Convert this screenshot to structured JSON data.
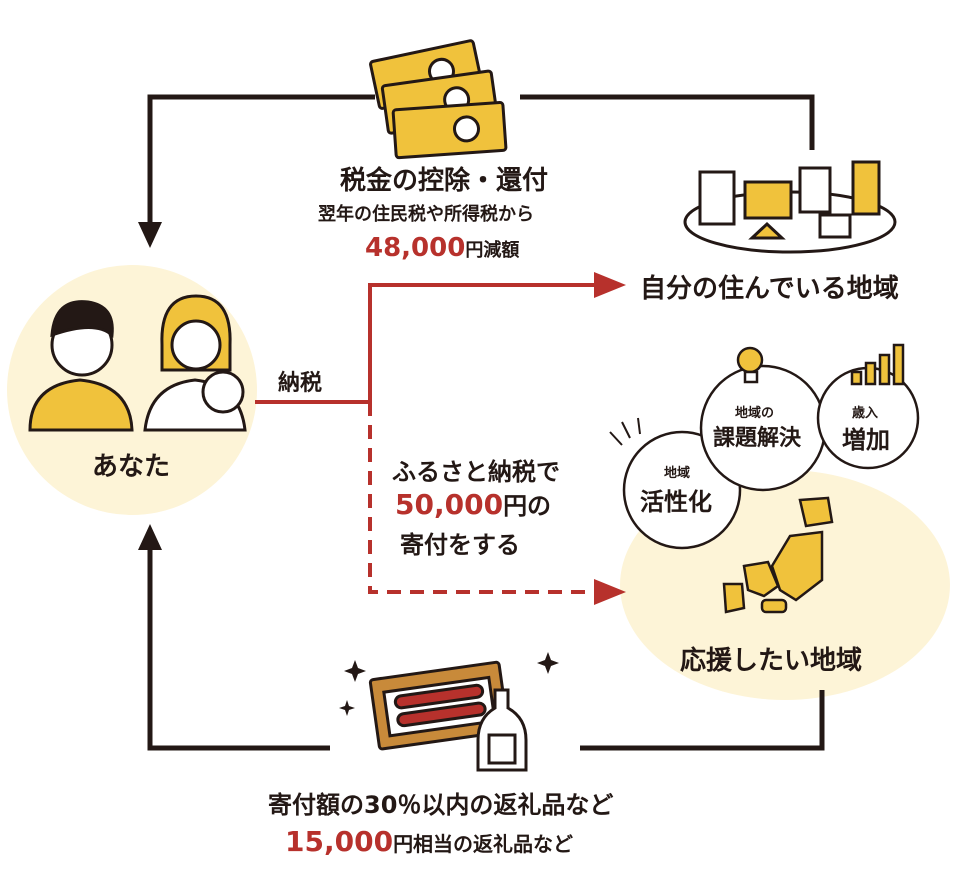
{
  "tax_refund": {
    "title": "税金の控除・還付",
    "subtitle": "翌年の住民税や所得税から",
    "amount": "48,000",
    "amount_suffix": "円減額"
  },
  "you": {
    "label": "あなた"
  },
  "payment": {
    "label": "納税"
  },
  "home_region": {
    "label": "自分の住んでいる地域"
  },
  "donation": {
    "line1": "ふるさと納税で",
    "amount": "50,000",
    "amount_suffix": "円の",
    "line3": "寄付をする"
  },
  "support_region": {
    "label": "応援したい地域",
    "bubbles": [
      {
        "small": "地域",
        "large": "活性化"
      },
      {
        "small": "地域の",
        "large": "課題解決"
      },
      {
        "small": "歳入",
        "large": "増加"
      }
    ]
  },
  "gift": {
    "line1": "寄付額の30％以内の返礼品など",
    "amount": "15,000",
    "amount_suffix": "円相当の返礼品など"
  },
  "colors": {
    "accent_red": "#b7312c",
    "yellow": "#f0c23c",
    "cream": "#fdf4d7",
    "ink": "#231815"
  },
  "icons": [
    "banknotes-icon",
    "buildings-icon",
    "lightbulb-icon",
    "bar-chart-icon",
    "japan-map-icon",
    "gift-box-icon",
    "sake-bottle-icon",
    "family-icon"
  ]
}
